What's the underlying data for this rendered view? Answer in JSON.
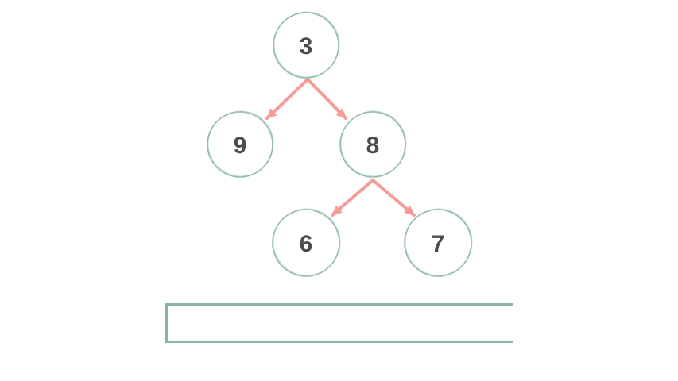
{
  "diagram": {
    "type": "binary-tree",
    "nodes": [
      {
        "id": "root",
        "label": "3"
      },
      {
        "id": "left-child",
        "label": "9"
      },
      {
        "id": "right-child",
        "label": "8"
      },
      {
        "id": "left-grandchild",
        "label": "6"
      },
      {
        "id": "right-grandchild",
        "label": "7"
      }
    ],
    "edges": [
      {
        "from": "3",
        "to": "9"
      },
      {
        "from": "3",
        "to": "8"
      },
      {
        "from": "8",
        "to": "6"
      },
      {
        "from": "8",
        "to": "7"
      }
    ],
    "colors": {
      "node_stroke": "#94bda7",
      "edge_arrow": "#f59c97",
      "label_text": "#4d4d4d",
      "answer_box_stroke": "#8cb5a0",
      "background": "#ffffff"
    },
    "answer_box": {
      "value": ""
    }
  }
}
